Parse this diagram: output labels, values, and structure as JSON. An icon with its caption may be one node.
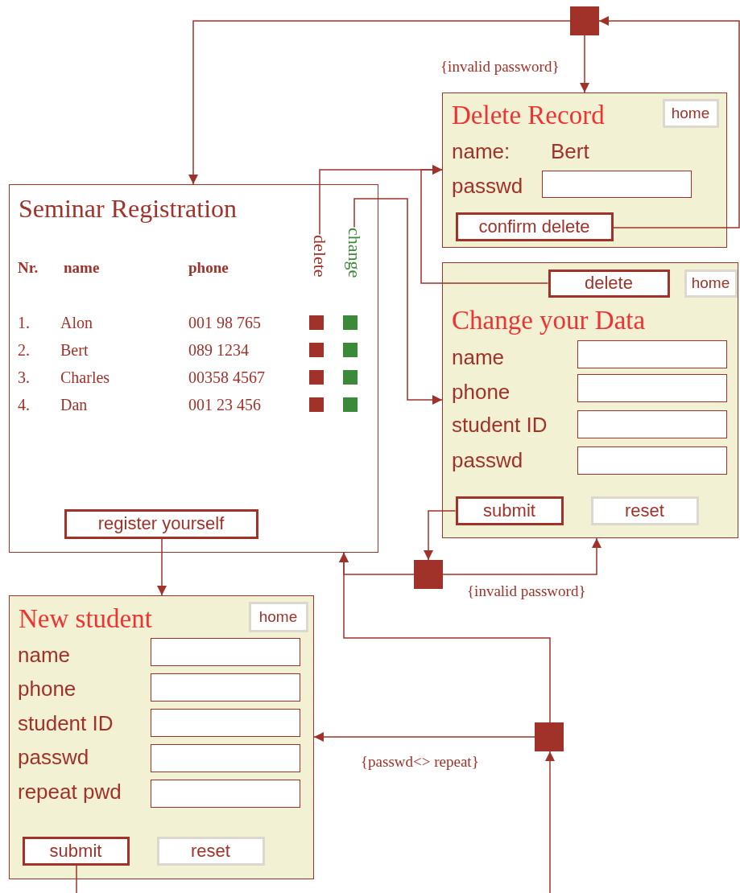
{
  "diagram": {
    "nodes": [
      {
        "text": [
          "Seminar Registration"
        ]
      },
      {
        "text": [
          "delete"
        ],
        "in": 0
      },
      {
        "text": [
          "change"
        ],
        "in": 0
      },
      {
        "text": [
          "register yourself"
        ],
        "in": 0
      },
      {
        "text": [
          "Delete Record"
        ]
      },
      {
        "text": [
          "home"
        ],
        "in": 4
      },
      {
        "text": [
          "confirm delete"
        ],
        "in": 4
      },
      {
        "text": [],
        "shape": "box"
      },
      {
        "text": [
          "Change your Data"
        ]
      },
      {
        "text": [
          "delete"
        ],
        "in": 8
      },
      {
        "text": [
          "home"
        ],
        "in": 8
      },
      {
        "text": [
          "submit"
        ],
        "in": 8
      },
      {
        "text": [
          "reset"
        ],
        "in": 8
      },
      {
        "text": [],
        "shape": "box"
      },
      {
        "text": [
          "New student"
        ]
      },
      {
        "text": [
          "home"
        ],
        "in": 14
      },
      {
        "text": [
          "submit"
        ],
        "in": 14
      },
      {
        "text": [
          "reset"
        ],
        "in": 14
      },
      {
        "text": [],
        "shape": "box"
      },
      {
        "text": [],
        "shape": "box",
        "in": 4
      },
      {
        "text": [],
        "shape": "box",
        "in": 8
      },
      {
        "text": [],
        "shape": "box",
        "in": 8
      },
      {
        "text": [],
        "shape": "box",
        "in": 8
      },
      {
        "text": [],
        "shape": "box",
        "in": 8
      },
      {
        "text": [],
        "shape": "box",
        "in": 14
      },
      {
        "text": [],
        "shape": "box",
        "in": 14
      },
      {
        "text": [],
        "shape": "box",
        "in": 14
      },
      {
        "text": [],
        "shape": "box",
        "in": 14
      },
      {
        "text": [],
        "shape": "box",
        "in": 14
      }
    ],
    "edges": [
      {
        "from": 7,
        "to": 0,
        "arrow": "to"
      },
      {
        "from": 7,
        "to": 4,
        "arrow": "to",
        "label": "{invalid password}"
      },
      {
        "from": 6,
        "to": 7,
        "arrow": "to"
      },
      {
        "from": 1,
        "to": 4,
        "arrow": "to"
      },
      {
        "from": 9,
        "to": 4,
        "arrow": "to"
      },
      {
        "from": 2,
        "to": 8,
        "arrow": "to"
      },
      {
        "from": 11,
        "to": 13,
        "arrow": "to"
      },
      {
        "from": 13,
        "to": 8,
        "arrow": "to",
        "label": "{invalid password}"
      },
      {
        "from": 13,
        "to": 0,
        "arrow": "to"
      },
      {
        "from": 18,
        "to": 0,
        "arrow": "to"
      },
      {
        "from": 18,
        "to": 14,
        "arrow": "to",
        "label": "{passwd<> repeat}"
      },
      {
        "from": 3,
        "to": 14,
        "arrow": "to"
      },
      {
        "from": 16,
        "to": null,
        "arrow": "none"
      },
      {
        "from": null,
        "to": 18,
        "arrow": "to"
      }
    ],
    "labels": [
      "Nr.",
      "name",
      "phone",
      "1.",
      "Alon",
      "001 98 765",
      "2.",
      "Bert",
      "089 1234",
      "3.",
      "Charles",
      "00358 4567",
      "4.",
      "Dan",
      "001 23 456",
      "name:",
      "Bert",
      "passwd",
      "name",
      "phone",
      "student ID",
      "passwd",
      "name",
      "phone",
      "student ID",
      "passwd",
      "repeat pwd"
    ]
  }
}
